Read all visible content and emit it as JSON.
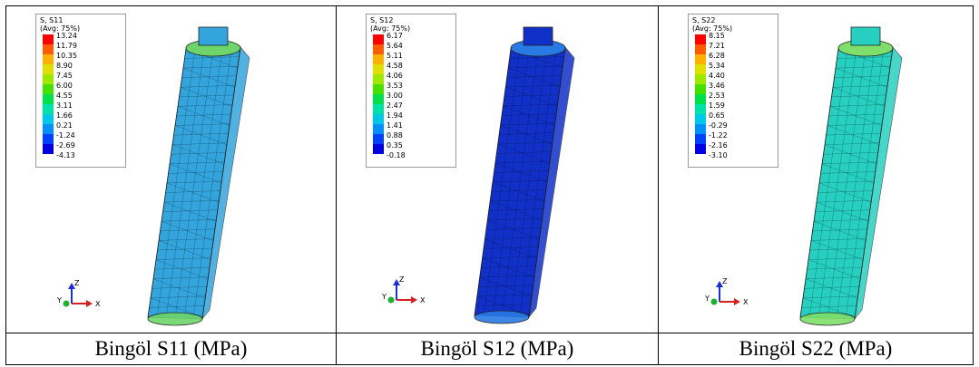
{
  "panels": [
    {
      "legend_title": "S, S11",
      "legend_avg": "(Avg: 75%)",
      "legend_values": [
        "13.24",
        "11.79",
        "10.35",
        "8.90",
        "7.45",
        "6.00",
        "4.55",
        "3.11",
        "1.66",
        "0.21",
        "-1.24",
        "-2.69",
        "-4.13"
      ],
      "caption": "Bingöl S11 (MPa)",
      "body_color": "#33a4dc",
      "accent_color": "#6ed56a"
    },
    {
      "legend_title": "S, S12",
      "legend_avg": "(Avg: 75%)",
      "legend_values": [
        "6.17",
        "5.64",
        "5.11",
        "4.58",
        "4.06",
        "3.53",
        "3.00",
        "2.47",
        "1.94",
        "1.41",
        "0.88",
        "0.35",
        "-0.18"
      ],
      "caption": "Bingöl S12 (MPa)",
      "body_color": "#1130c8",
      "accent_color": "#2a7ae6"
    },
    {
      "legend_title": "S, S22",
      "legend_avg": "(Avg: 75%)",
      "legend_values": [
        "8.15",
        "7.21",
        "6.28",
        "5.34",
        "4.40",
        "3.46",
        "2.53",
        "1.59",
        "0.65",
        "-0.29",
        "-1.22",
        "-2.16",
        "-3.10"
      ],
      "caption": "Bingöl S22 (MPa)",
      "body_color": "#27cfc1",
      "accent_color": "#7ee06a"
    }
  ],
  "colormap": [
    "#ff0000",
    "#ff5b00",
    "#ffb000",
    "#e0e000",
    "#9fe800",
    "#45e000",
    "#00e04a",
    "#00e3a8",
    "#00c8e8",
    "#0090ff",
    "#0040ff",
    "#0000e0"
  ],
  "triad_labels": {
    "z": "Z",
    "y": "Y",
    "x": "X"
  }
}
